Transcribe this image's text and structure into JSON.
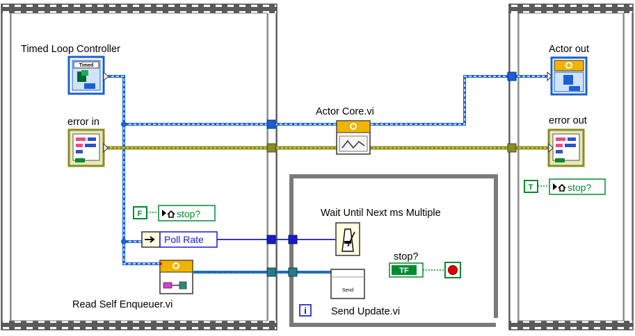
{
  "labels": {
    "timed_loop_controller": "Timed Loop Controller",
    "error_in": "error in",
    "actor_core": "Actor Core.vi",
    "actor_out": "Actor out",
    "error_out": "error out",
    "wait_until": "Wait Until Next ms Multiple",
    "read_self_enqueuer": "Read Self Enqueuer.vi",
    "send_update": "Send Update.vi",
    "stop_label": "stop?"
  },
  "constants": {
    "false_const": "F",
    "true_const": "T",
    "tf_control": "TF"
  },
  "local_variables": {
    "stop_local_1": "stop?",
    "stop_local_2": "stop?",
    "poll_rate": "Poll Rate"
  },
  "icons": {
    "timed_icon_text": "Timed",
    "send_icon_text": "Send",
    "loop_iteration": "i"
  },
  "colors": {
    "class_wire": "#1a5fd6",
    "error_wire": "#8a8a2a",
    "numeric_wire": "#0000cc",
    "boolean_wire": "#008a2e",
    "frame_gray": "#7a7a7a",
    "vi_header": "#f0b400"
  }
}
